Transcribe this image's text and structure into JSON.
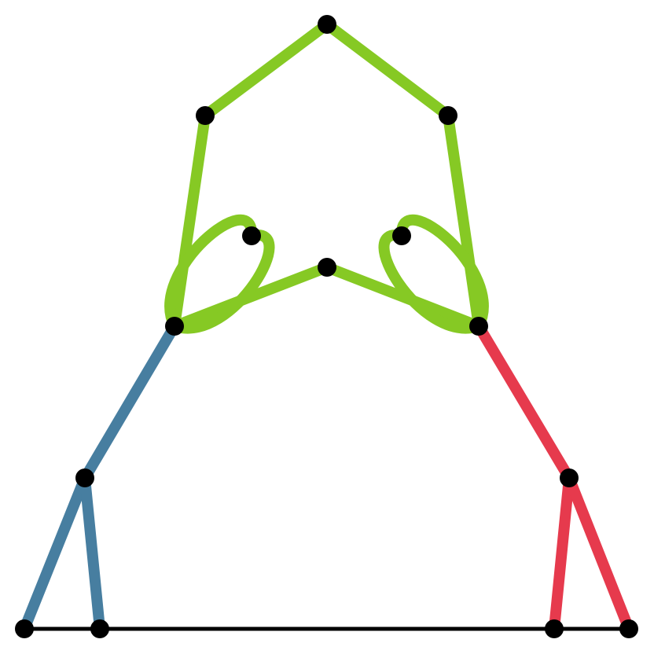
{
  "diagram": {
    "colors": {
      "background": "#ffffff",
      "node": "#000000",
      "baseline": "#000000",
      "green": "#86c924",
      "blue": "#477ea0",
      "red": "#e63a4d"
    },
    "nodes": [
      {
        "id": "apex"
      },
      {
        "id": "upper-left"
      },
      {
        "id": "upper-right"
      },
      {
        "id": "loop-left"
      },
      {
        "id": "loop-right"
      },
      {
        "id": "center"
      },
      {
        "id": "mid-left"
      },
      {
        "id": "mid-right"
      },
      {
        "id": "lower-left"
      },
      {
        "id": "lower-right"
      },
      {
        "id": "base-1"
      },
      {
        "id": "base-2"
      },
      {
        "id": "base-3"
      },
      {
        "id": "base-4"
      }
    ],
    "edges": [
      {
        "from": "apex",
        "to": "upper-left",
        "color": "green",
        "kind": "line"
      },
      {
        "from": "apex",
        "to": "upper-right",
        "color": "green",
        "kind": "line"
      },
      {
        "from": "upper-left",
        "to": "mid-left",
        "color": "green",
        "kind": "line"
      },
      {
        "from": "upper-right",
        "to": "mid-right",
        "color": "green",
        "kind": "line"
      },
      {
        "from": "center",
        "to": "mid-left",
        "color": "green",
        "kind": "line"
      },
      {
        "from": "center",
        "to": "mid-right",
        "color": "green",
        "kind": "line"
      },
      {
        "from": "mid-left",
        "to": "loop-left",
        "color": "green",
        "kind": "loop"
      },
      {
        "from": "mid-right",
        "to": "loop-right",
        "color": "green",
        "kind": "loop"
      },
      {
        "from": "mid-left",
        "to": "lower-left",
        "color": "blue",
        "kind": "line"
      },
      {
        "from": "lower-left",
        "to": "base-1",
        "color": "blue",
        "kind": "line"
      },
      {
        "from": "lower-left",
        "to": "base-2",
        "color": "blue",
        "kind": "line"
      },
      {
        "from": "mid-right",
        "to": "lower-right",
        "color": "red",
        "kind": "line"
      },
      {
        "from": "lower-right",
        "to": "base-3",
        "color": "red",
        "kind": "line"
      },
      {
        "from": "lower-right",
        "to": "base-4",
        "color": "red",
        "kind": "line"
      },
      {
        "from": "base-1",
        "to": "base-4",
        "color": "baseline",
        "kind": "baseline"
      }
    ]
  }
}
